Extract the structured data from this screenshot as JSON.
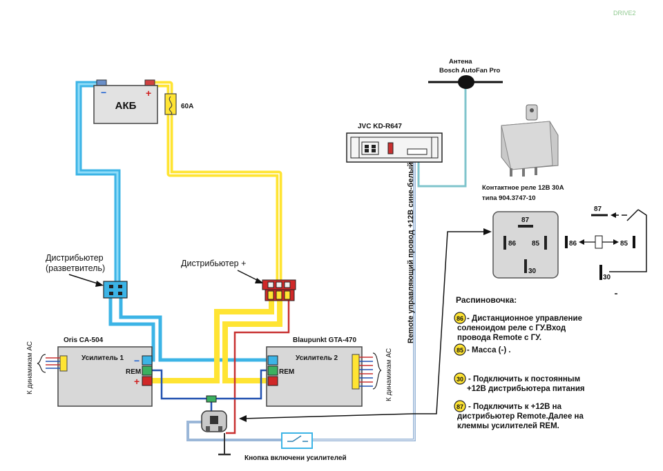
{
  "watermark": "DRIVE2",
  "battery": {
    "label": "АКБ",
    "minus": "−",
    "plus": "+"
  },
  "fuse": {
    "label": "60A"
  },
  "antenna": {
    "line1": "Антена",
    "line2": "Bosch AutoFan Pro"
  },
  "head_unit": {
    "label": "JVC KD-R647"
  },
  "relay_photo": {
    "line1": "Контактное реле 12В 30А",
    "line2": "типа 904.3747-10"
  },
  "relay_pins": {
    "p87": "87",
    "p86": "86",
    "p85": "85",
    "p30": "30"
  },
  "relay_scheme": {
    "p87": "87",
    "p86": "86",
    "p85": "85",
    "p30": "30"
  },
  "remote_wire": {
    "label": "Remote  управляющий провод +12В сине-белый"
  },
  "distributor_left": {
    "line1": "Дистрибьютер",
    "line2": "(разветвитель)"
  },
  "distributor_plus": {
    "label": "Дистрибьютер +"
  },
  "amp1": {
    "model": "Oris CA-504",
    "title": "Усилитель 1",
    "rem": "REM",
    "minus": "−",
    "plus": "+",
    "speakers": "К динамикам АС"
  },
  "amp2": {
    "model": "Blaupunkt GTA-470",
    "title": "Усилитель 2",
    "rem": "REM",
    "speakers": "К динамикам АС"
  },
  "button": {
    "label": "Кнопка включени усилителей"
  },
  "pinout": {
    "title": "Распиновочка:",
    "items": [
      {
        "pin": "86",
        "line1": "- Дистанционное управление",
        "line2": "соленоидом реле с ГУ.Вход",
        "line3": "провода Remote с ГУ."
      },
      {
        "pin": "85",
        "line1": "- Масса (-) ."
      },
      {
        "pin": "30",
        "line1": "- Подключить к постоянным",
        "line2": "+12В дистрибьютера питания"
      },
      {
        "pin": "87",
        "line1": "- Подключить к +12В на",
        "line2": "дистрибьютер Remote.Далее на",
        "line3": "клеммы усилителей REM."
      }
    ]
  },
  "colors": {
    "power": "#ffe433",
    "ground": "#3cb4e6",
    "remote": "#9bb7d8",
    "rem_line": "#2050b0",
    "red_wire": "#c83030"
  }
}
